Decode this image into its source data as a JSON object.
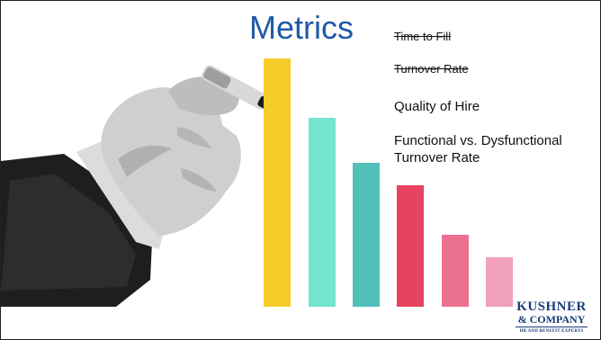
{
  "slide": {
    "title": "Metrics",
    "metrics": [
      {
        "text": "Time to Fill",
        "struck": true
      },
      {
        "text": "Turnover Rate",
        "struck": true
      },
      {
        "text": "Quality of Hire",
        "struck": false
      },
      {
        "text": "Functional vs. Dysfunctional",
        "struck": false
      },
      {
        "text": "Turnover Rate",
        "struck": false
      }
    ]
  },
  "bars": [
    {
      "level": 1.0,
      "color": "#f5cc2a"
    },
    {
      "level": 0.76,
      "color": "#74e3cf"
    },
    {
      "level": 0.58,
      "color": "#52bfb9"
    },
    {
      "level": 0.49,
      "color": "#e64262"
    },
    {
      "level": 0.29,
      "color": "#ea7091"
    },
    {
      "level": 0.2,
      "color": "#f0a0b9"
    }
  ],
  "logo": {
    "line1": "KUSHNER",
    "line2": "& COMPANY",
    "line3": "HR AND BENEFIT EXPERTS"
  },
  "photo": {
    "icon": "hand-holding-marker"
  }
}
